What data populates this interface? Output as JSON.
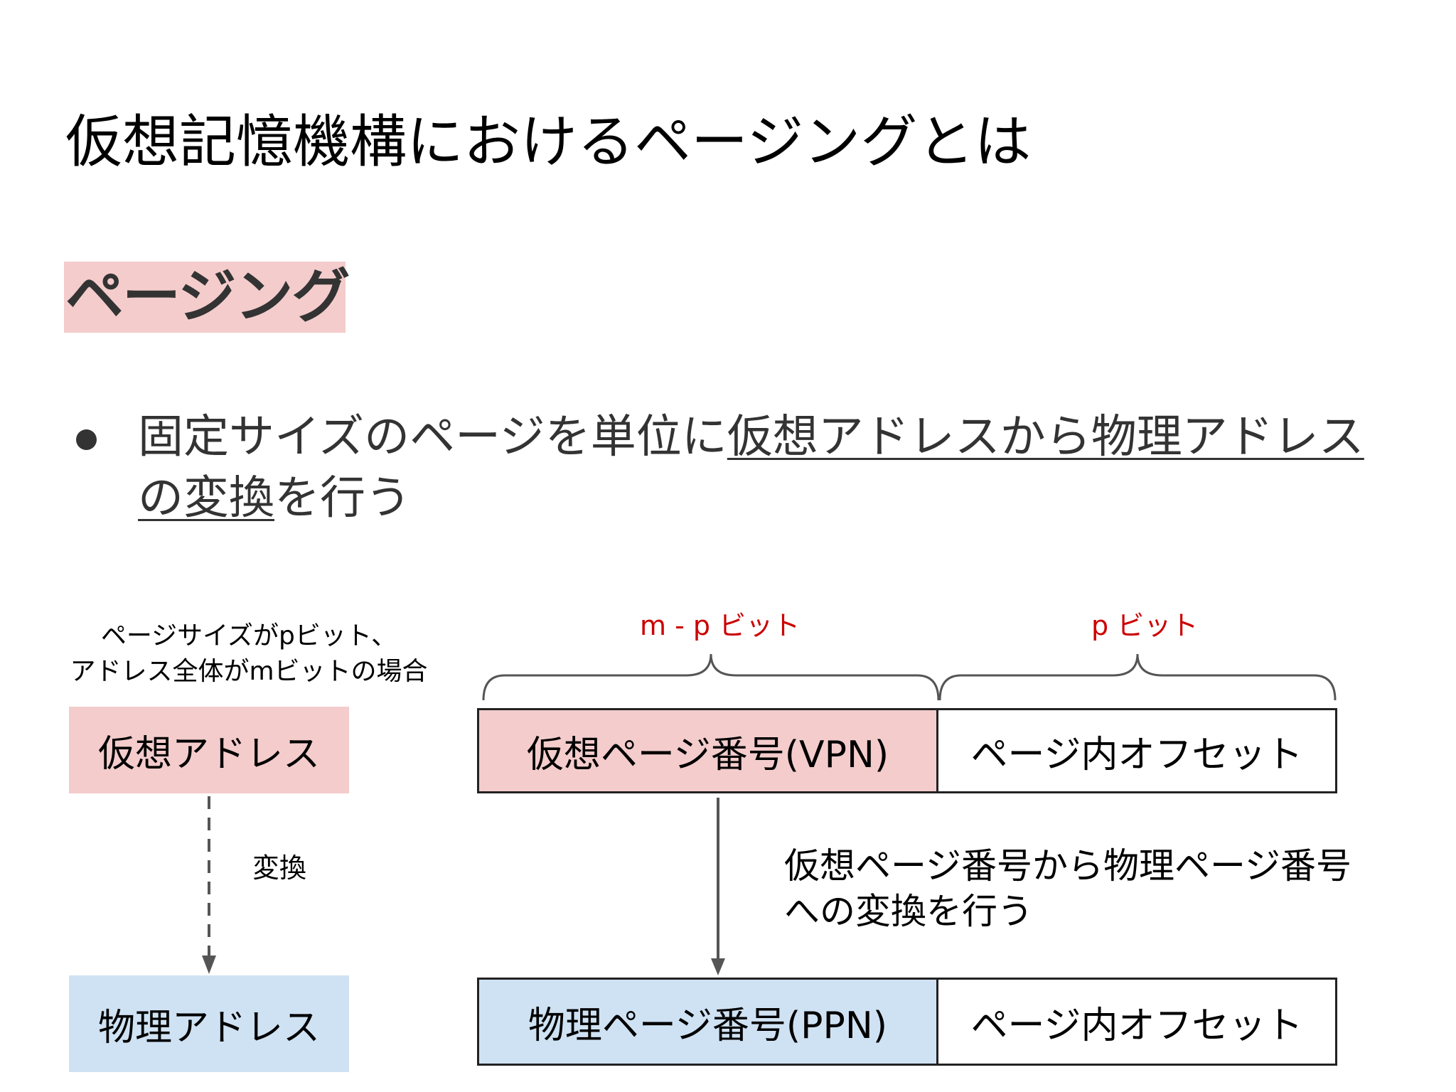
{
  "title": "仮想記憶機構におけるページングとは",
  "heading": "ページング",
  "bullet": {
    "pre": "固定サイズのページを単位に",
    "underlined": "仮想アドレスから物理アドレスの変換",
    "post": "を行う"
  },
  "left_note": [
    "ページサイズがpビット、",
    "アドレス全体がmビットの場合"
  ],
  "virtual_address_label": "仮想アドレス",
  "conversion_label": "変換",
  "physical_address_label": "物理アドレス",
  "bit_labels": {
    "vpn_bits": "m - p ビット",
    "offset_bits": "p ビット"
  },
  "vpn_label": "仮想ページ番号(VPN)",
  "offset_label_top": "ページ内オフセット",
  "ppn_label": "物理ページ番号(PPN)",
  "offset_label_bottom": "ページ内オフセット",
  "translation_note": [
    "仮想ページ番号から物理ページ番号",
    "への変換を行う"
  ],
  "colors": {
    "virtual_fill": "#f4cccc",
    "physical_fill": "#cfe2f3",
    "bit_label_red": "#cc0000"
  }
}
